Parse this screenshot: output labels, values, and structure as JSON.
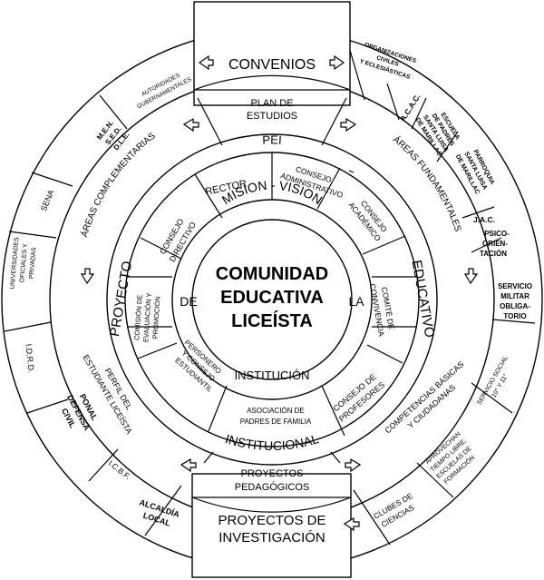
{
  "center": {
    "line1": "COMUNIDAD",
    "line2": "EDUCATIVA",
    "line3": "LICEÍSTA"
  },
  "inner_ring": {
    "top": "MISION - VISION",
    "left": "DE",
    "right": "LA",
    "bottom": "INSTITUCIÓN"
  },
  "second_ring": {
    "rector": "RECTOR",
    "consejo_administrativo_1": "CONSEJO",
    "consejo_administrativo_2": "ADMINISTRATIVO",
    "consejo_academico_1": "CONSEJO",
    "consejo_academico_2": "ACADÉMICO",
    "comite_convivencia_1": "COMITÉ DE",
    "comite_convivencia_2": "CONVIVENCIA",
    "consejo_profesores_1": "CONSEJO DE",
    "consejo_profesores_2": "PROFESORES",
    "asociacion_1": "ASOCIACIÓN DE",
    "asociacion_2": "PADRES DE FAMILIA",
    "personero_1": "PERSONERO",
    "personero_2": "Y CONSEJO",
    "personero_3": "ESTUDIANTIL",
    "comision_1": "COMISIÓN DE",
    "comision_2": "EVALUACIÓN Y",
    "comision_3": "PROMOCIÓN",
    "consejo_directivo_1": "CONSEJO",
    "consejo_directivo_2": "DIRECTIVO"
  },
  "pei_ring": {
    "top": "PEI",
    "left": "PROYECTO",
    "right": "EDUCATIVO",
    "bottom": "INSTITUCIONAL"
  },
  "components_ring": {
    "plan_1": "PLAN DE",
    "plan_2": "ESTUDIOS",
    "areas_fundamentales": "ÁREAS FUNDAMENTALES",
    "competencias_1": "COMPETENCIAS BÁSICAS",
    "competencias_2": "Y CIUDADANAS",
    "proyectos_1": "PROYECTOS",
    "proyectos_2": "PEDAGÓGICOS",
    "perfil_1": "PERFIL DEL",
    "perfil_2": "ESTUDIANTE LICEÍSTA",
    "areas_complementarias": "ÁREAS COMPLEMENTARIAS"
  },
  "outer_ring": {
    "convenios": "CONVENIOS",
    "investigacion_1": "PROYECTOS DE",
    "investigacion_2": "INVESTIGACIÓN",
    "organizaciones_1": "ORGANIZACIONES",
    "organizaciones_2": "CIVILES",
    "organizaciones_3": "Y ECLESIÁSTICAS",
    "acac": "A.C.A.C.",
    "escuela_1": "ESCUELA",
    "escuela_2": "DE PADRES",
    "escuela_3": "SANTA LUISA",
    "escuela_4": "DE MARILLAC",
    "parroquia_1": "PARROQUIA",
    "parroquia_2": "SANTA LUISA",
    "parroquia_3": "DE MARILLAC",
    "jac": "J.A.C.",
    "psico_1": "PSICO-",
    "psico_2": "ORIEN-",
    "psico_3": "TACIÓN",
    "servicio_militar_1": "SERVICIO",
    "servicio_militar_2": "MILITAR",
    "servicio_militar_3": "OBLIGA-",
    "servicio_militar_4": "TORIO",
    "servicio_social_1": "SERVICIO SOCIAL",
    "servicio_social_2": "10° Y 11°",
    "aprovechan_1": "APROVECHAN",
    "aprovechan_2": "TIEMPO LIBRE:",
    "aprovechan_3": "ESCUELAS DE",
    "aprovechan_4": "FORMACIÓN",
    "clubes_1": "CLUBES DE",
    "clubes_2": "CIENCIAS",
    "alcaldia_1": "ALCALDÍA",
    "alcaldia_2": "LOCAL",
    "icbf": "I.C.B.F.",
    "ponal_1": "PONAL",
    "ponal_2": "DEFENSA",
    "ponal_3": "CIVIL",
    "idrd": "I.D.R.D.",
    "universidades_1": "UNIVERSIDADES",
    "universidades_2": "OFICIALES Y",
    "universidades_3": "PRIVADAS",
    "sena": "SENA",
    "men_1": "M.E.N.",
    "men_2": "S.E.D.",
    "men_3": "D.L.E.",
    "autoridades_1": "AUTORIDADES",
    "autoridades_2": "GUBERNAMENTALES"
  },
  "colors": {
    "stroke": "#000000",
    "background": "#ffffff"
  },
  "icons": {
    "arrow": "hollow-arrow-icon"
  }
}
